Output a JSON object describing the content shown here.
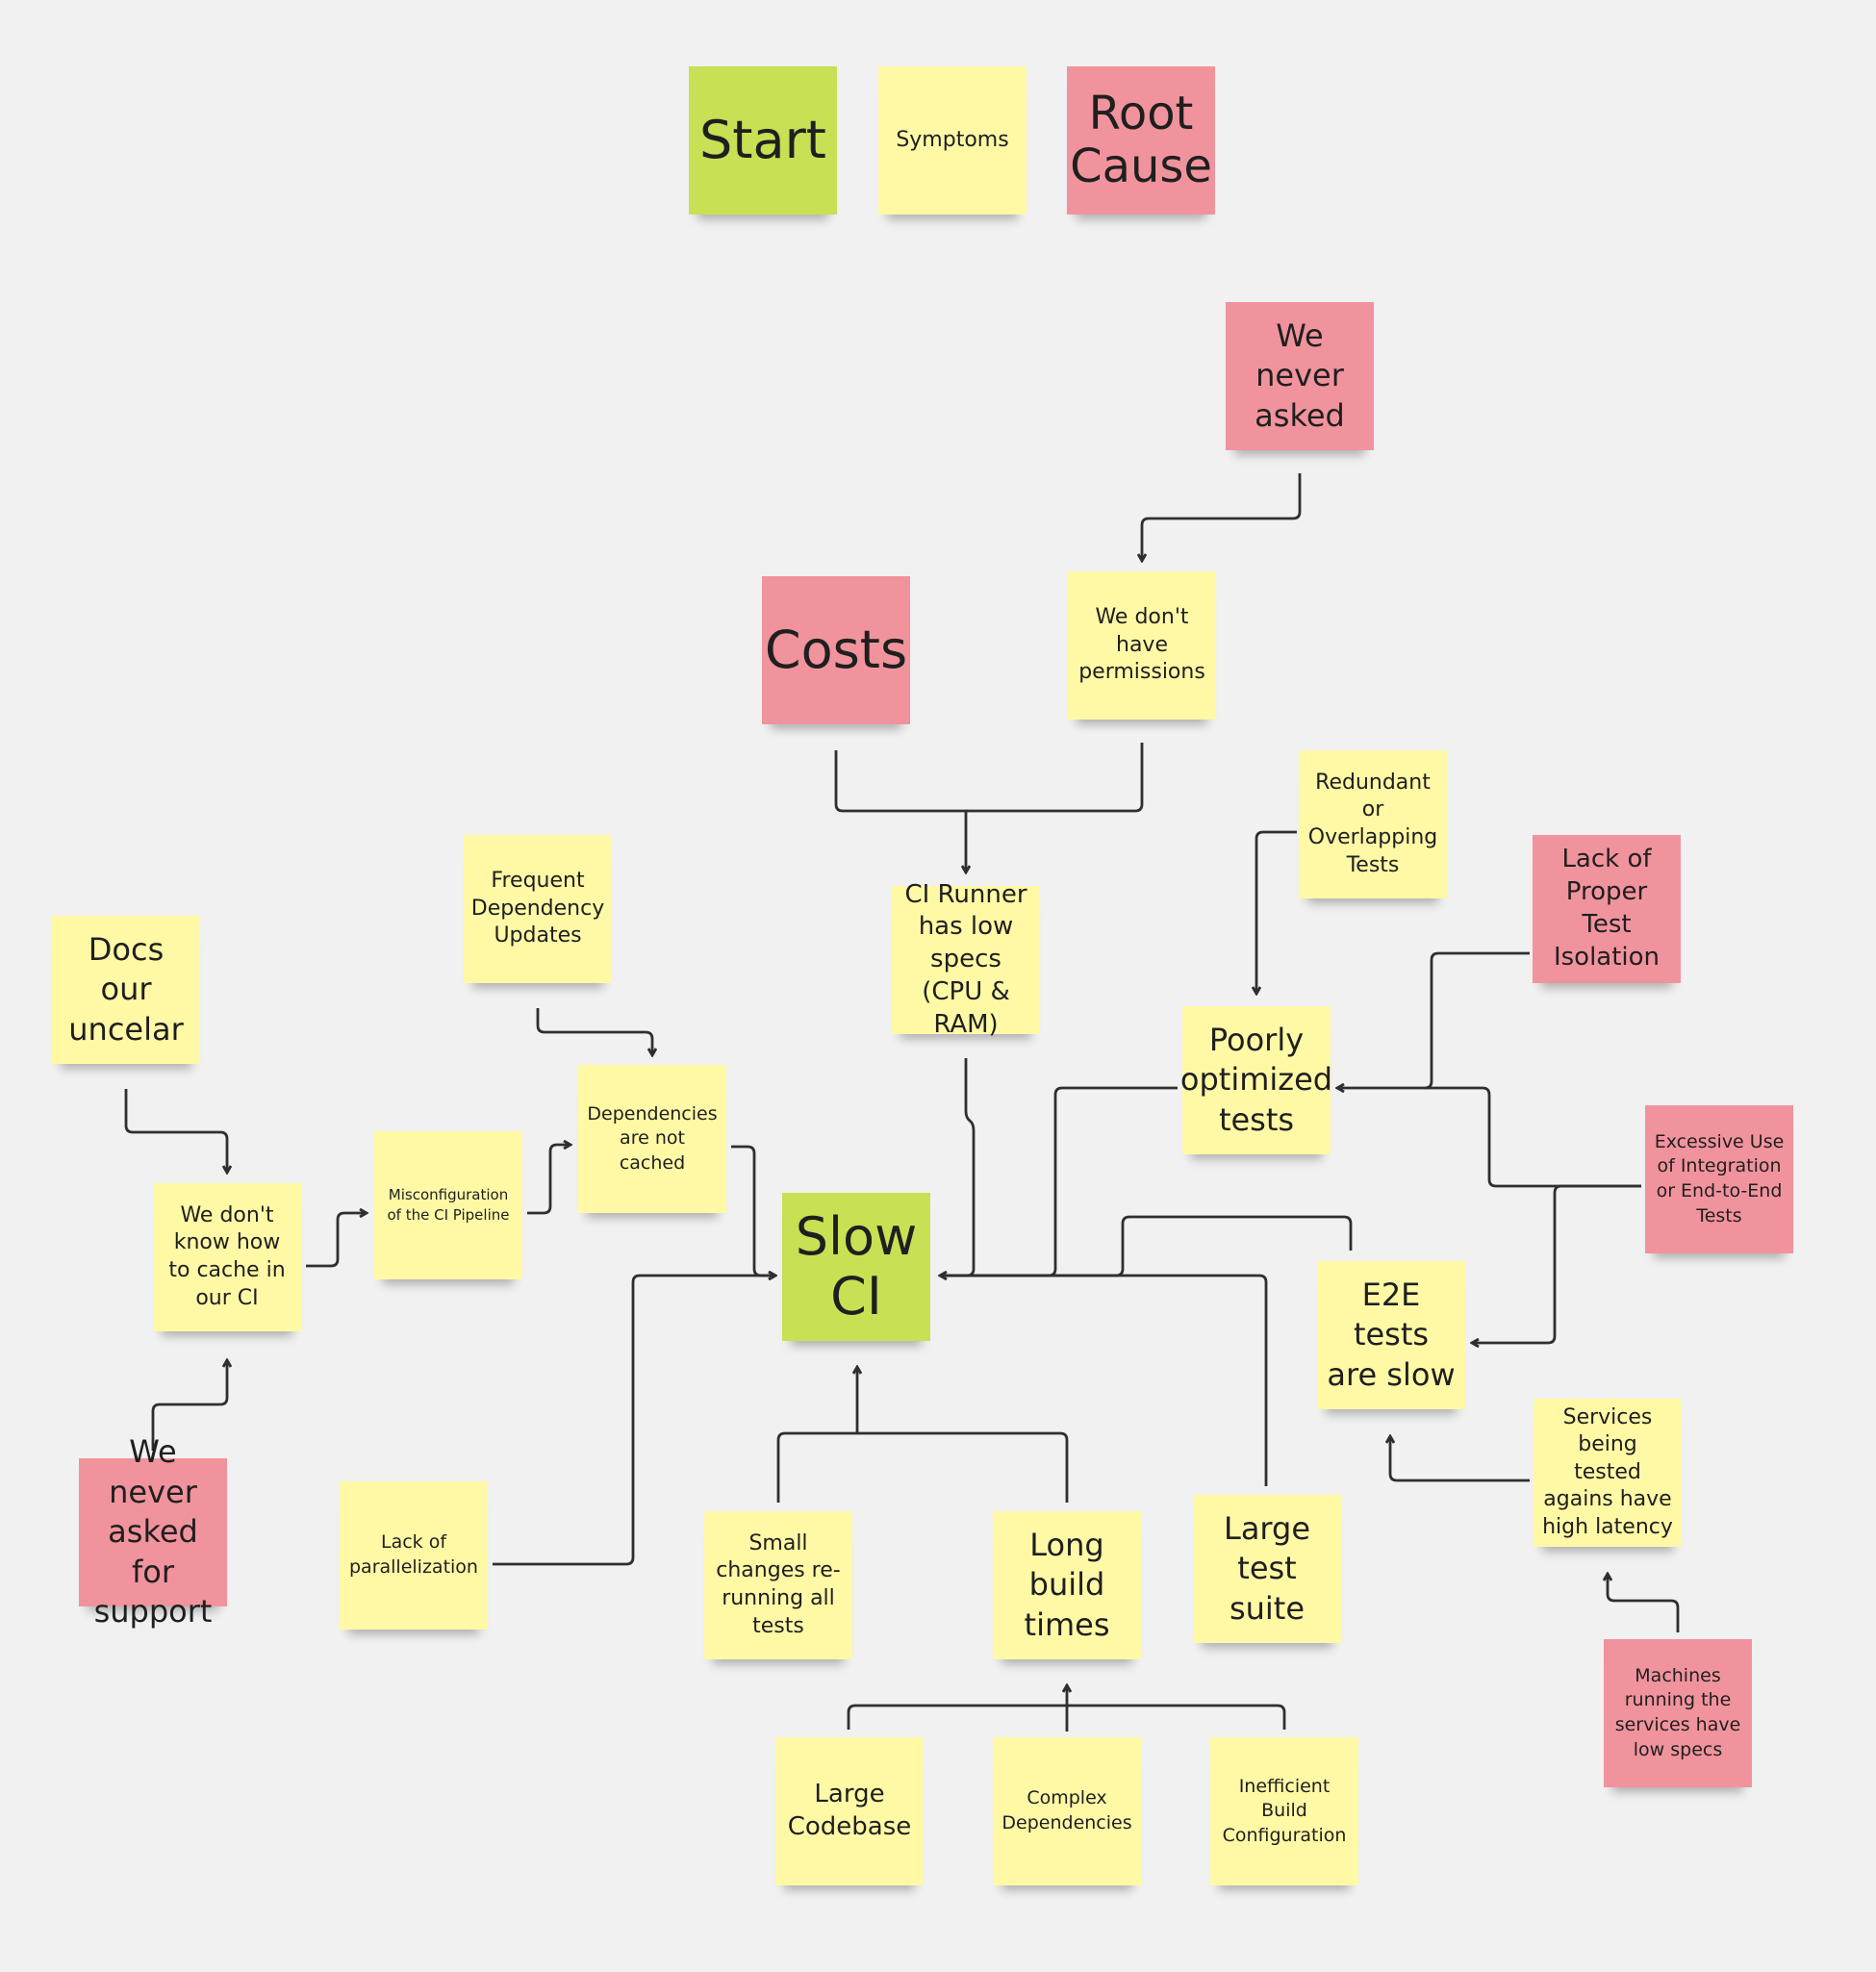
{
  "legend": {
    "start": "Start",
    "symptoms": "Symptoms",
    "root_cause": "Root Cause"
  },
  "notes": {
    "we_never_asked": "We never asked",
    "costs": "Costs",
    "we_dont_have_permissions": "We don't have permissions",
    "redundant_tests": "Redundant or Overlapping Tests",
    "lack_of_isolation": "Lack of Proper Test Isolation",
    "frequent_dependency_updates": "Frequent Dependency Updates",
    "docs_unclear": "Docs our uncelar",
    "ci_runner_low_specs": "CI Runner has low specs (CPU & RAM)",
    "poorly_optimized_tests": "Poorly optimized tests",
    "excessive_e2e": "Excessive Use of Integration or End-to-End Tests",
    "dependencies_not_cached": "Dependencies are not cached",
    "misconfiguration_ci": "Misconfiguration of the CI Pipeline",
    "dont_know_cache": "We don't know how to cache in our CI",
    "slow_ci": "Slow CI",
    "e2e_slow": "E2E tests are slow",
    "services_latency": "Services being tested agains have high latency",
    "never_asked_support": "We never asked for support",
    "lack_parallelization": "Lack of parallelization",
    "small_changes": "Small changes re-running all tests",
    "long_build_times": "Long build times",
    "large_test_suite": "Large test suite",
    "machines_low_specs": "Machines running the services have low specs",
    "large_codebase": "Large Codebase",
    "complex_dependencies": "Complex Dependencies",
    "inefficient_build": "Inefficient Build Configuration"
  },
  "colors": {
    "start": "#c7e054",
    "symptom": "#fff9a6",
    "root_cause": "#f1939d",
    "connector": "#2f2f33",
    "canvas": "#f1f1f1"
  }
}
